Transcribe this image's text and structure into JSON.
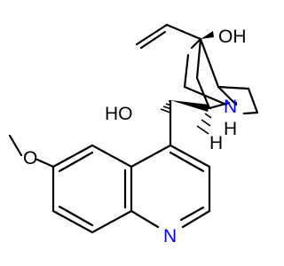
{
  "molecule": {
    "atom_labels": {
      "o_methoxy": "O",
      "n_quinoline": "N",
      "oh_carbinol": "HO",
      "h_stereo": "H",
      "oh_bridgehead": "OH",
      "n_bridge": "N",
      "h_bridge": "H"
    }
  },
  "colors": {
    "bond": "#000000",
    "carbon_text": "#000000",
    "nitrogen_text": "#0000ff",
    "background": "#ffffff"
  }
}
